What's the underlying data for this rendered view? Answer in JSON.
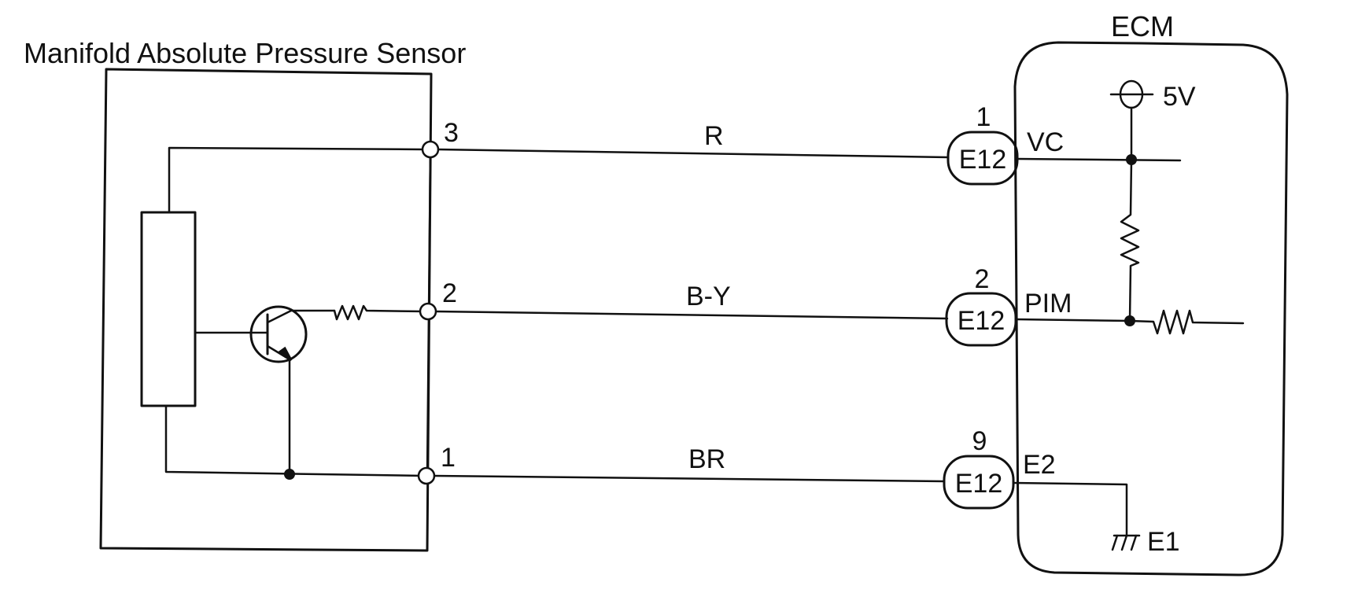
{
  "diagram": {
    "sensor": {
      "title": "Manifold Absolute Pressure Sensor",
      "terminals": [
        {
          "number": "3",
          "wire_color": "R"
        },
        {
          "number": "2",
          "wire_color": "B-Y"
        },
        {
          "number": "1",
          "wire_color": "BR"
        }
      ]
    },
    "ecm": {
      "title": "ECM",
      "supply": "5V",
      "ground": "E1",
      "connectors": [
        {
          "pin": "1",
          "connector": "E12",
          "signal": "VC"
        },
        {
          "pin": "2",
          "connector": "E12",
          "signal": "PIM"
        },
        {
          "pin": "9",
          "connector": "E12",
          "signal": "E2"
        }
      ]
    }
  }
}
